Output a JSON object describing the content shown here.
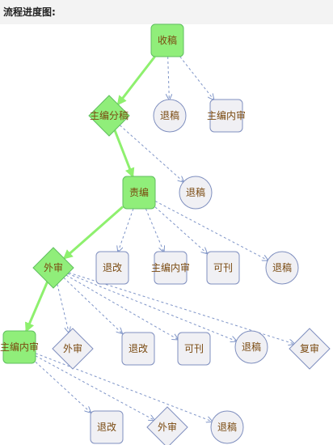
{
  "header": {
    "title": "流程进度图:"
  },
  "colors": {
    "active_fill": "#90ee7a",
    "active_stroke": "#5fbf5f",
    "inactive_fill": "#f0f0f4",
    "inactive_stroke": "#7f8fbf",
    "active_edge": "#8ef06e",
    "dashed_edge": "#7f95c8",
    "label": "#7a4a10"
  },
  "nodes": [
    {
      "id": "n1",
      "label": "收稿",
      "shape": "rect",
      "active": true
    },
    {
      "id": "n2",
      "label": "主编分稿",
      "shape": "diamond",
      "active": true
    },
    {
      "id": "n3",
      "label": "退稿",
      "shape": "circle",
      "active": false
    },
    {
      "id": "n4",
      "label": "主编内审",
      "shape": "rect",
      "active": false
    },
    {
      "id": "n5",
      "label": "责编",
      "shape": "rect",
      "active": true
    },
    {
      "id": "n6",
      "label": "退稿",
      "shape": "circle",
      "active": false
    },
    {
      "id": "n7",
      "label": "外审",
      "shape": "diamond",
      "active": true
    },
    {
      "id": "n8",
      "label": "退改",
      "shape": "rect",
      "active": false
    },
    {
      "id": "n9",
      "label": "主编内审",
      "shape": "rect",
      "active": false
    },
    {
      "id": "n10",
      "label": "可刊",
      "shape": "rect",
      "active": false
    },
    {
      "id": "n11",
      "label": "退稿",
      "shape": "circle",
      "active": false
    },
    {
      "id": "n12",
      "label": "主编内审",
      "shape": "rect",
      "active": true
    },
    {
      "id": "n13",
      "label": "外审",
      "shape": "diamond",
      "active": false
    },
    {
      "id": "n14",
      "label": "退改",
      "shape": "rect",
      "active": false
    },
    {
      "id": "n15",
      "label": "可刊",
      "shape": "rect",
      "active": false
    },
    {
      "id": "n16",
      "label": "退稿",
      "shape": "circle",
      "active": false
    },
    {
      "id": "n17",
      "label": "复审",
      "shape": "diamond",
      "active": false
    },
    {
      "id": "n18",
      "label": "退改",
      "shape": "rect",
      "active": false
    },
    {
      "id": "n19",
      "label": "外审",
      "shape": "diamond",
      "active": false
    },
    {
      "id": "n20",
      "label": "退稿",
      "shape": "circle",
      "active": false
    }
  ],
  "edges": [
    {
      "from": "n1",
      "to": "n2",
      "active": true
    },
    {
      "from": "n1",
      "to": "n3",
      "active": false
    },
    {
      "from": "n1",
      "to": "n4",
      "active": false
    },
    {
      "from": "n2",
      "to": "n5",
      "active": true
    },
    {
      "from": "n2",
      "to": "n6",
      "active": false
    },
    {
      "from": "n5",
      "to": "n7",
      "active": true
    },
    {
      "from": "n5",
      "to": "n8",
      "active": false
    },
    {
      "from": "n5",
      "to": "n9",
      "active": false
    },
    {
      "from": "n5",
      "to": "n10",
      "active": false
    },
    {
      "from": "n5",
      "to": "n11",
      "active": false
    },
    {
      "from": "n7",
      "to": "n12",
      "active": true
    },
    {
      "from": "n7",
      "to": "n13",
      "active": false
    },
    {
      "from": "n7",
      "to": "n14",
      "active": false
    },
    {
      "from": "n7",
      "to": "n15",
      "active": false
    },
    {
      "from": "n7",
      "to": "n16",
      "active": false
    },
    {
      "from": "n7",
      "to": "n17",
      "active": false
    },
    {
      "from": "n12",
      "to": "n18",
      "active": false
    },
    {
      "from": "n12",
      "to": "n19",
      "active": false
    },
    {
      "from": "n12",
      "to": "n20",
      "active": false
    }
  ]
}
